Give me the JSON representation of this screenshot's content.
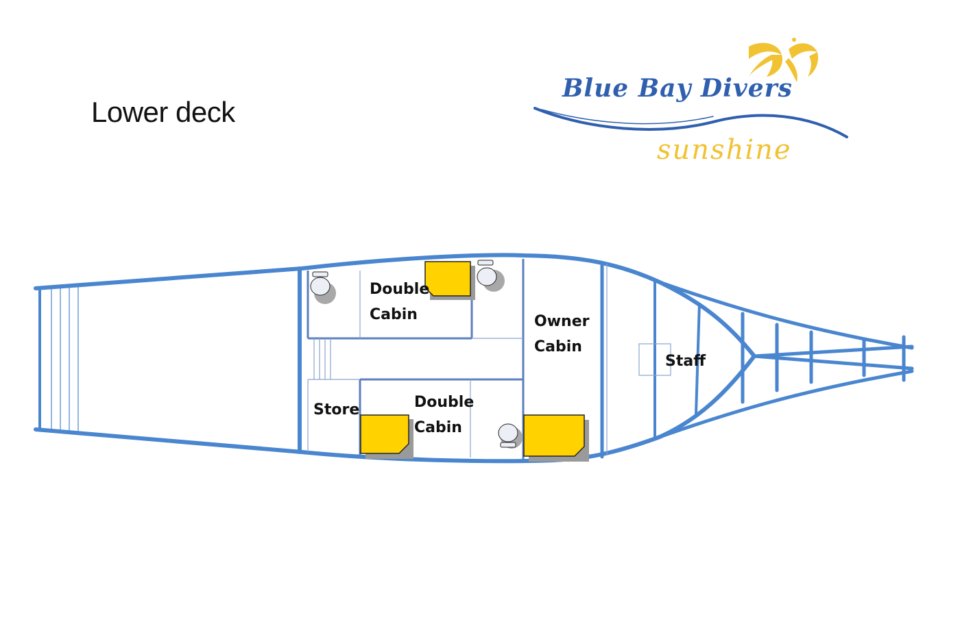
{
  "title": "Lower deck",
  "logo": {
    "name": "Blue Bay Divers",
    "subtitle": "sunshine",
    "colors": {
      "primary": "#2f5fae",
      "accent": "#f1c232"
    }
  },
  "rooms": {
    "double_cabin_top": {
      "line1": "Double",
      "line2": "Cabin"
    },
    "double_cabin_bottom": {
      "line1": "Double",
      "line2": "Cabin"
    },
    "owner_cabin": {
      "line1": "Owner",
      "line2": "Cabin"
    },
    "store": "Store",
    "staff": "Staff"
  },
  "colors": {
    "hull": "#4a86cf",
    "partition": "#5b7fbf",
    "bed": "#ffd200",
    "bed_shadow": "#9a9a9a"
  },
  "icons": {
    "bed": "bed-icon",
    "toilet": "toilet-icon"
  }
}
